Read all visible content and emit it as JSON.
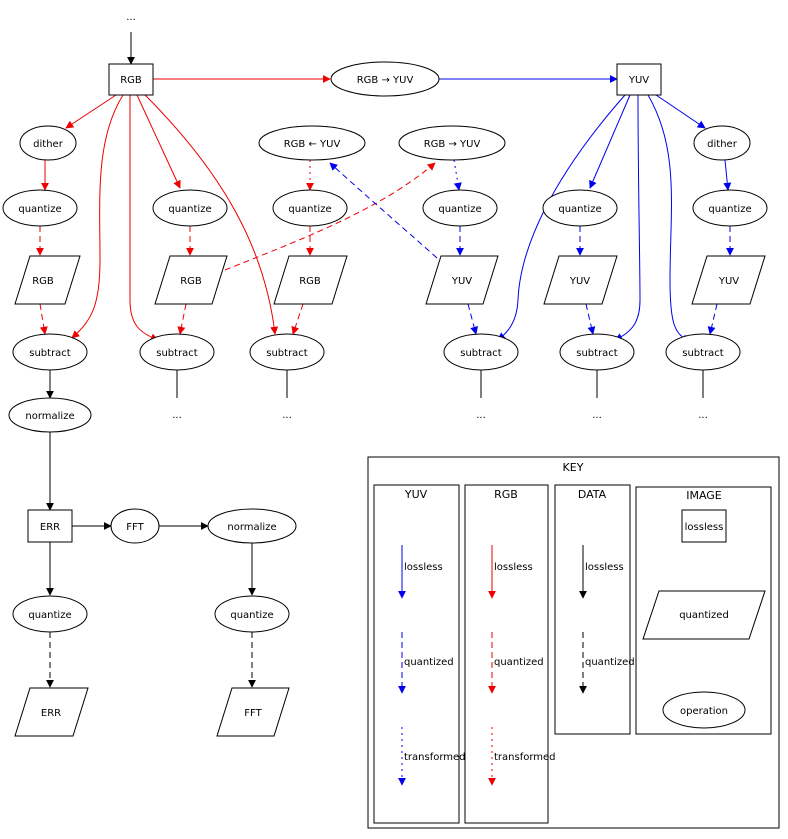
{
  "colors": {
    "yuv": "#0000ee",
    "rgb": "#ee0000",
    "data": "#000000"
  },
  "nodes": {
    "ellipsis": "...",
    "rgb": "RGB",
    "yuv": "YUV",
    "rgb_to_yuv": "RGB → YUV",
    "rgb_from_yuv": "RGB ← YUV",
    "dither": "dither",
    "quantize": "quantize",
    "subtract": "subtract",
    "normalize": "normalize",
    "err": "ERR",
    "fft": "FFT"
  },
  "key": {
    "title": "KEY",
    "columns": {
      "yuv": "YUV",
      "rgb": "RGB",
      "data": "DATA",
      "image": "IMAGE"
    },
    "edge_labels": {
      "lossless": "lossless",
      "quantized": "quantized",
      "transformed": "transformed"
    },
    "shape_labels": {
      "lossless": "lossless",
      "quantized": "quantized",
      "operation": "operation"
    }
  }
}
